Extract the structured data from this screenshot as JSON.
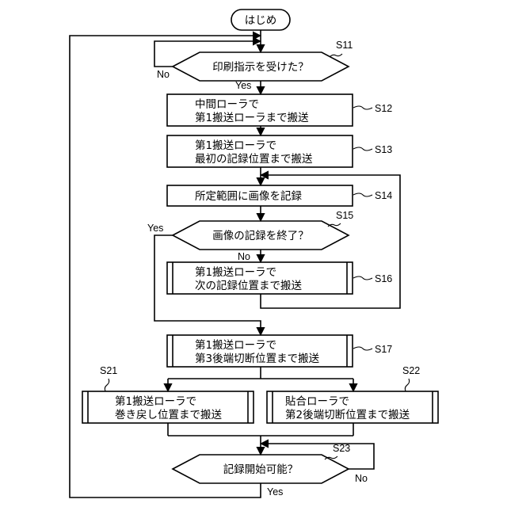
{
  "diagram": {
    "start": "はじめ",
    "steps": {
      "s11": {
        "id": "S11",
        "text": "印刷指示を受けた？"
      },
      "s12": {
        "id": "S12",
        "line1": "中間ローラで",
        "line2": "第1搬送ローラまで搬送"
      },
      "s13": {
        "id": "S13",
        "line1": "第1搬送ローラで",
        "line2": "最初の記録位置まで搬送"
      },
      "s14": {
        "id": "S14",
        "text": "所定範囲に画像を記録"
      },
      "s15": {
        "id": "S15",
        "text": "画像の記録を終了？"
      },
      "s16": {
        "id": "S16",
        "line1": "第1搬送ローラで",
        "line2": "次の記録位置まで搬送"
      },
      "s17": {
        "id": "S17",
        "line1": "第1搬送ローラで",
        "line2": "第3後端切断位置まで搬送"
      },
      "s21": {
        "id": "S21",
        "line1": "第1搬送ローラで",
        "line2": "巻き戻し位置まで搬送"
      },
      "s22": {
        "id": "S22",
        "line1": "貼合ローラで",
        "line2": "第2後端切断位置まで搬送"
      },
      "s23": {
        "id": "S23",
        "text": "記録開始可能？"
      }
    },
    "branches": {
      "s11_no": "No",
      "s11_yes": "Yes",
      "s15_yes": "Yes",
      "s15_no": "No",
      "s23_no": "No",
      "s23_yes": "Yes"
    }
  }
}
